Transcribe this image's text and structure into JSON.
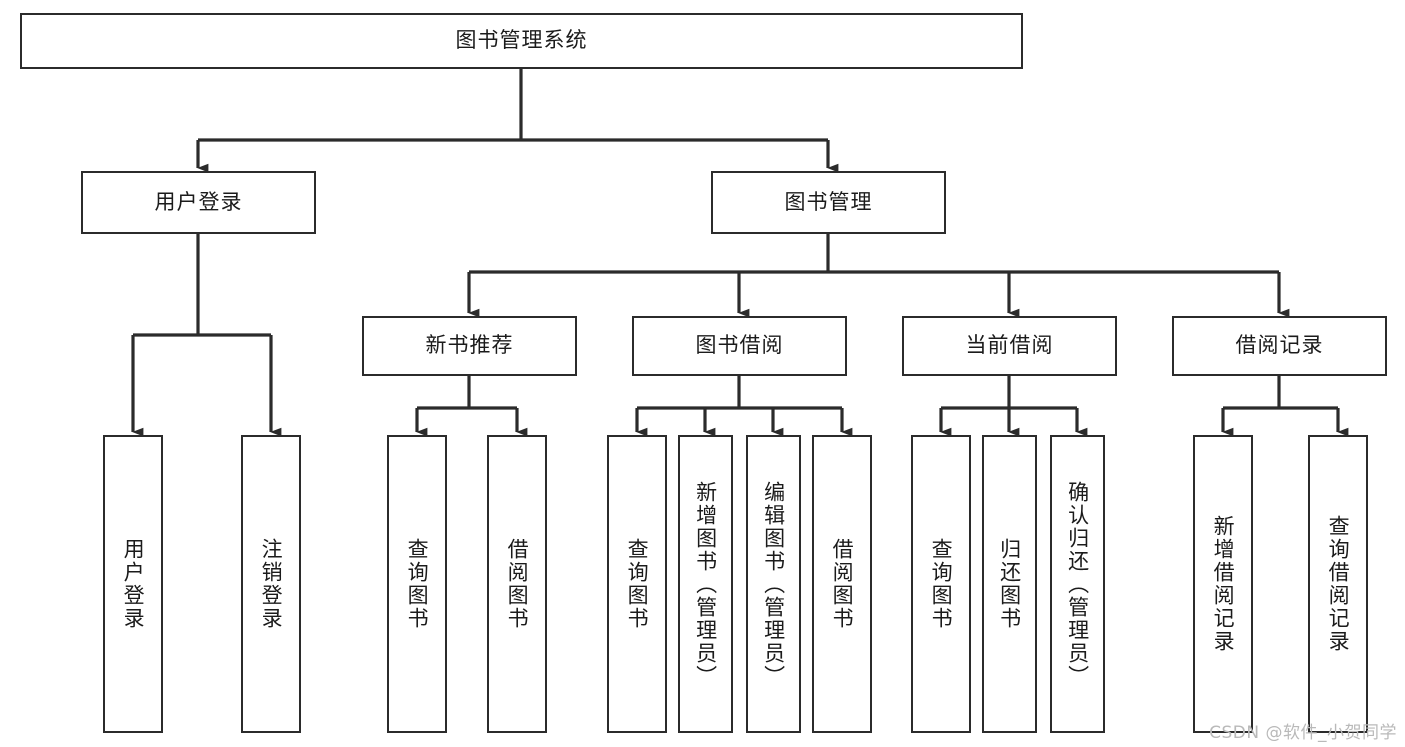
{
  "diagram": {
    "title": "图书管理系统",
    "type": "tree-hierarchy",
    "style": {
      "box_border_color": "#2b2b2b",
      "box_fill_color": "#ffffff",
      "connector_color": "#2b2b2b",
      "background_color": "#ffffff",
      "watermark_color": "#b9b9b9"
    },
    "root": {
      "label": "图书管理系统"
    },
    "level2": [
      {
        "label": "用户登录"
      },
      {
        "label": "图书管理"
      }
    ],
    "level3": [
      {
        "label": "新书推荐"
      },
      {
        "label": "图书借阅"
      },
      {
        "label": "当前借阅"
      },
      {
        "label": "借阅记录"
      }
    ],
    "leaves": {
      "user_login": [
        {
          "label": "用户登录"
        },
        {
          "label": "注销登录"
        }
      ],
      "new_book_recommend": [
        {
          "label": "查询图书"
        },
        {
          "label": "借阅图书"
        }
      ],
      "book_borrow": [
        {
          "label": "查询图书"
        },
        {
          "label": "新增图书（管理员）"
        },
        {
          "label": "编辑图书（管理员）"
        },
        {
          "label": "借阅图书"
        }
      ],
      "current_borrow": [
        {
          "label": "查询图书"
        },
        {
          "label": "归还图书"
        },
        {
          "label": "确认归还（管理员）"
        }
      ],
      "borrow_record": [
        {
          "label": "新增借阅记录"
        },
        {
          "label": "查询借阅记录"
        }
      ]
    }
  },
  "watermark": {
    "text": "CSDN @软件_小贺同学"
  }
}
